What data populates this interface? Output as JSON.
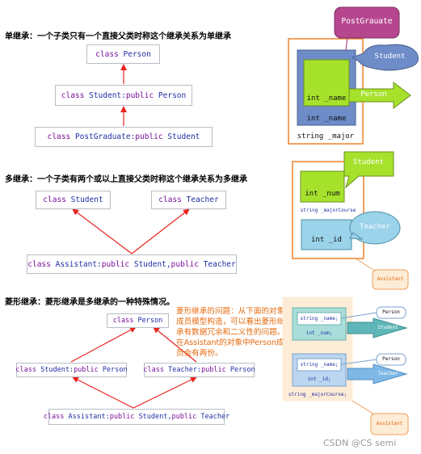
{
  "headings": {
    "single": "单继承：一个子类只有一个直接父类时称这个继承关系为单继承",
    "multi": "多继承：一个子类有两个或以上直接父类时称这个继承关系为多继承",
    "diamond": "菱形继承：菱形继承是多继承的一种特殊情况。"
  },
  "single": {
    "person": [
      "class",
      "Person"
    ],
    "student": [
      "class",
      "Student:",
      "public",
      "Person"
    ],
    "postgrad": [
      "class",
      "PostGraduate:",
      "public",
      "Student"
    ]
  },
  "multi": {
    "student": [
      "class",
      "Student"
    ],
    "teacher": [
      "class",
      "Teacher"
    ],
    "assistant": [
      "class",
      "Assistant:",
      "public",
      "Student,",
      "public",
      "Teacher"
    ]
  },
  "diamond": {
    "person": [
      "class",
      "Person"
    ],
    "student": [
      "class",
      "Student:",
      "public",
      "Person"
    ],
    "teacher": [
      "class",
      "Teacher:",
      "public",
      "Person"
    ],
    "assistant": [
      "class",
      "Assistant:",
      "public",
      "Student,",
      "public",
      "Teacher"
    ]
  },
  "note": "菱形继承的问题：从下面的对象成员模型构造，可以看出菱形继承有数据冗余和二义性的问题。在Assistant的对象中Person成员会有两份。",
  "mem1": {
    "tag": "PostGrauate",
    "student": "Student",
    "person": "Person",
    "int_name1": "int _name",
    "int_name2": "int _name",
    "major": "string _major"
  },
  "mem2": {
    "student": "Student",
    "teacher": "Teacher",
    "int_num": "int _num",
    "major_course": "string _majorCourse",
    "int_id": "int _id",
    "assistant": "Assistant"
  },
  "mem3": {
    "string_name_1": "string _name;",
    "int_num": "int _num;",
    "string_name_2": "string _name;",
    "int_id": "int _id;",
    "major_course": "string _majorCourse;",
    "person1": "Person",
    "student": "Student",
    "person2": "Person",
    "teacher": "Teacher",
    "assistant": "Assistant"
  },
  "watermark": "CSDN @CS semi",
  "colors": {
    "arrow": "#e8231e",
    "border_orange": "#f0822a",
    "green_box": "#a6e22c",
    "blue_box": "#6e8cc8",
    "teal": "#5fb6b8",
    "purple": "#b6478f",
    "note_orange": "#e6690c"
  }
}
